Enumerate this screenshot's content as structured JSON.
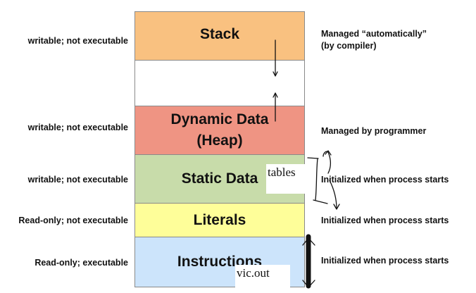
{
  "segments": [
    {
      "id": "stack",
      "label": "Stack",
      "color": "#f9c180",
      "permissions": "writable; not executable",
      "management": [
        "Managed “automatically”",
        "(by compiler)"
      ]
    },
    {
      "id": "gap",
      "label": "",
      "color": "#ffffff"
    },
    {
      "id": "heap",
      "label": "Dynamic Data",
      "label2": "(Heap)",
      "color": "#ef9483",
      "permissions": "writable; not executable",
      "management": [
        "Managed by programmer"
      ]
    },
    {
      "id": "static",
      "label": "Static Data",
      "color": "#c8dcaa",
      "permissions": "writable; not executable",
      "management": [
        "Initialized when process starts"
      ]
    },
    {
      "id": "literals",
      "label": "Literals",
      "color": "#fefe99",
      "permissions": "Read-only; not executable",
      "management": [
        "Initialized when process starts"
      ]
    },
    {
      "id": "instructions",
      "label": "Instructions",
      "color": "#cce4fb",
      "permissions": "Read-only; executable",
      "management": [
        "Initialized when process starts"
      ]
    }
  ],
  "annotations": {
    "tables": "tables",
    "vic_out": "vic.out"
  },
  "ink_color": "#111111"
}
